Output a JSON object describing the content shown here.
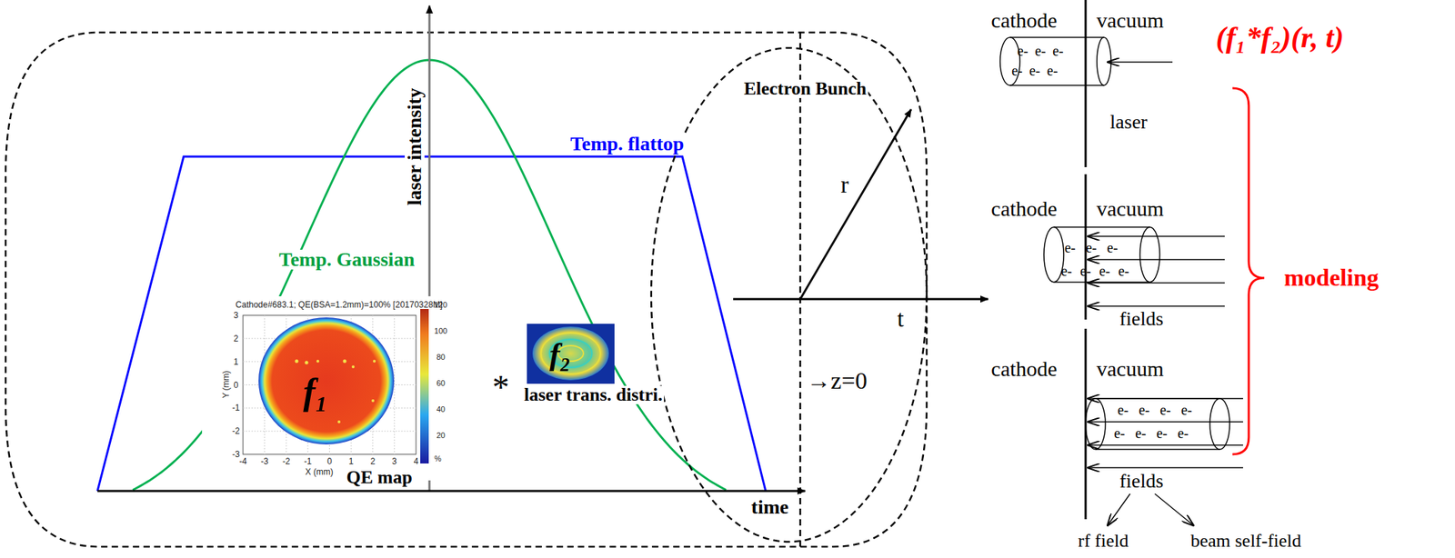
{
  "diagram": {
    "nodes": [
      {
        "text": [
          "Electron Bunch"
        ]
      }
    ],
    "labels": [
      "laser intensity",
      "Temp. flattop",
      "Temp. Gaussian",
      "Cathode#683.1; QE(BSA=1.2mm)=100% [20170328M]",
      "3",
      "2",
      "1",
      "0",
      "-1",
      "-2",
      "-3",
      "-4",
      "-3",
      "-2",
      "-1",
      "0",
      "1",
      "2",
      "3",
      "4",
      "X (mm)",
      "Y (mm)",
      "120",
      "100",
      "80",
      "60",
      "40",
      "20",
      "%",
      "f₁",
      "*",
      "f₂",
      "laser trans. distri.",
      "QE map",
      "time",
      "r",
      "t",
      "→z=0",
      "cathode",
      "vacuum",
      "(f₁*f₂)(r, t)",
      "e-",
      "e-",
      "e-",
      "e-",
      "e-",
      "e-",
      "laser",
      "cathode",
      "vacuum",
      "e-",
      "e-",
      "e-",
      "e-",
      "e-",
      "e-",
      "e-",
      "fields",
      "cathode",
      "vacuum",
      "e-",
      "e-",
      "e-",
      "e-",
      "e-",
      "e-",
      "e-",
      "e-",
      "fields",
      "rf field",
      "beam self-field",
      "modeling"
    ]
  }
}
